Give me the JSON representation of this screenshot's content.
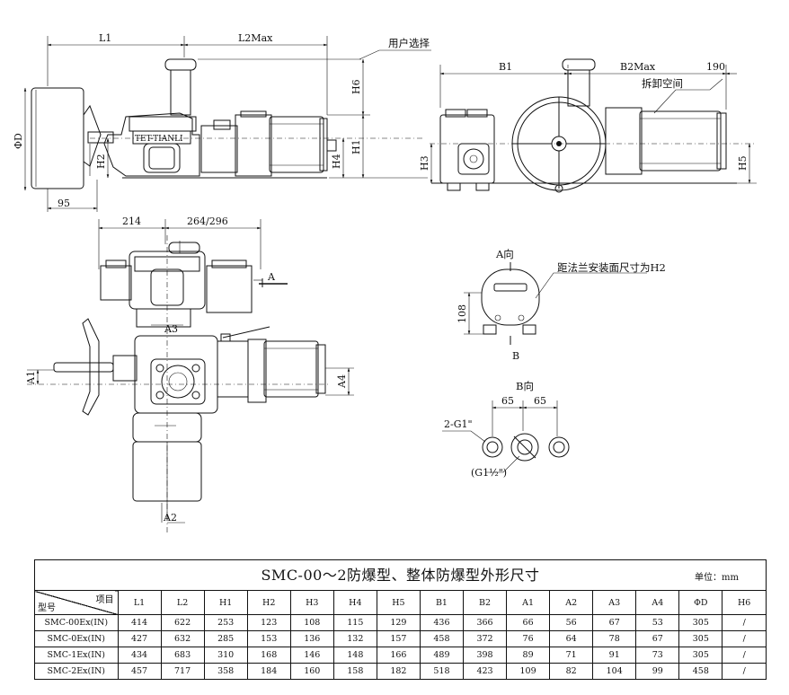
{
  "dims": {
    "top_left": {
      "L1": "L1",
      "L2Max": "L2Max",
      "user_choice": "用户选择",
      "H6": "H6",
      "H1": "H1",
      "H4": "H4",
      "H2": "H2",
      "D": "ΦD",
      "d95": "95",
      "nameplate": "TET-TIANLI"
    },
    "top_right": {
      "B1": "B1",
      "B2Max": "B2Max",
      "d190": "190",
      "removal_space": "拆卸空间",
      "H3": "H3",
      "H5": "H5"
    },
    "front": {
      "d214": "214",
      "d264_296": "264/296",
      "A": "A",
      "A3": "A3",
      "A1": "A1",
      "A4": "A4",
      "A2": "A2"
    },
    "view_a": {
      "title": "A向",
      "d108": "108",
      "B": "B",
      "note": "距法兰安装面尺寸为H2"
    },
    "view_b": {
      "title": "B向",
      "d65a": "65",
      "d65b": "65",
      "g1": "2-G1\"",
      "g112": "(G1½\")"
    }
  },
  "table": {
    "title": "SMC-00～2防爆型、整体防爆型外形尺寸",
    "unit": "单位：mm",
    "corner_top": "项目",
    "corner_bottom": "型号",
    "columns": [
      "L1",
      "L2",
      "H1",
      "H2",
      "H3",
      "H4",
      "H5",
      "B1",
      "B2",
      "A1",
      "A2",
      "A3",
      "A4",
      "ΦD",
      "H6"
    ],
    "rows": [
      {
        "model": "SMC-00Ex(IN)",
        "values": [
          "414",
          "622",
          "253",
          "123",
          "108",
          "115",
          "129",
          "436",
          "366",
          "66",
          "56",
          "67",
          "53",
          "305",
          "/"
        ]
      },
      {
        "model": "SMC-0Ex(IN)",
        "values": [
          "427",
          "632",
          "285",
          "153",
          "136",
          "132",
          "157",
          "458",
          "372",
          "76",
          "64",
          "78",
          "67",
          "305",
          "/"
        ]
      },
      {
        "model": "SMC-1Ex(IN)",
        "values": [
          "434",
          "683",
          "310",
          "168",
          "146",
          "148",
          "166",
          "489",
          "398",
          "89",
          "71",
          "91",
          "73",
          "305",
          "/"
        ]
      },
      {
        "model": "SMC-2Ex(IN)",
        "values": [
          "457",
          "717",
          "358",
          "184",
          "160",
          "158",
          "182",
          "518",
          "423",
          "109",
          "82",
          "104",
          "99",
          "458",
          "/"
        ]
      }
    ]
  }
}
